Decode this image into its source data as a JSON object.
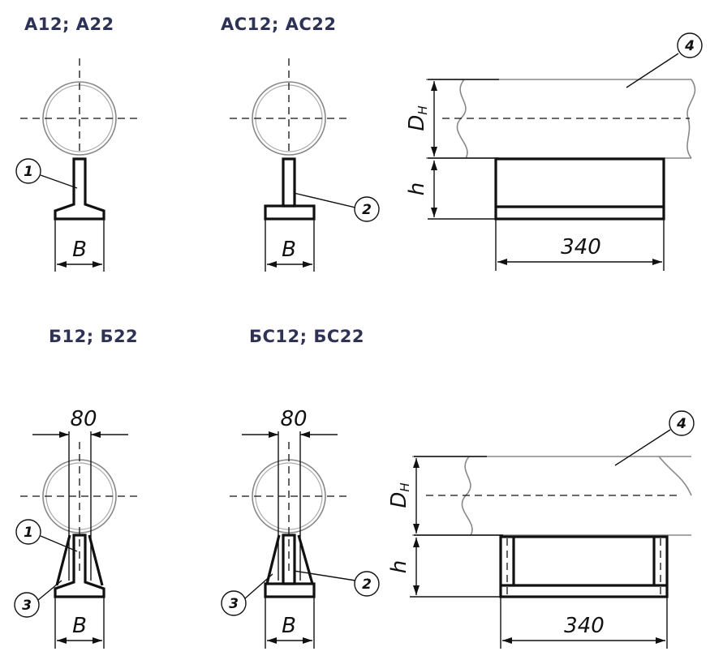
{
  "titles": {
    "a": "А12; А22",
    "ac": "АС12; АС22",
    "b": "Б12; Б22",
    "bc": "БС12; БС22"
  },
  "dims": {
    "base_width": "B",
    "height": "h",
    "length": "340",
    "stem_width": "80",
    "pipe_diameter_main": "D",
    "pipe_diameter_sub": "Н"
  },
  "callouts": {
    "c1": "1",
    "c2": "2",
    "c3": "3",
    "c4": "4"
  }
}
